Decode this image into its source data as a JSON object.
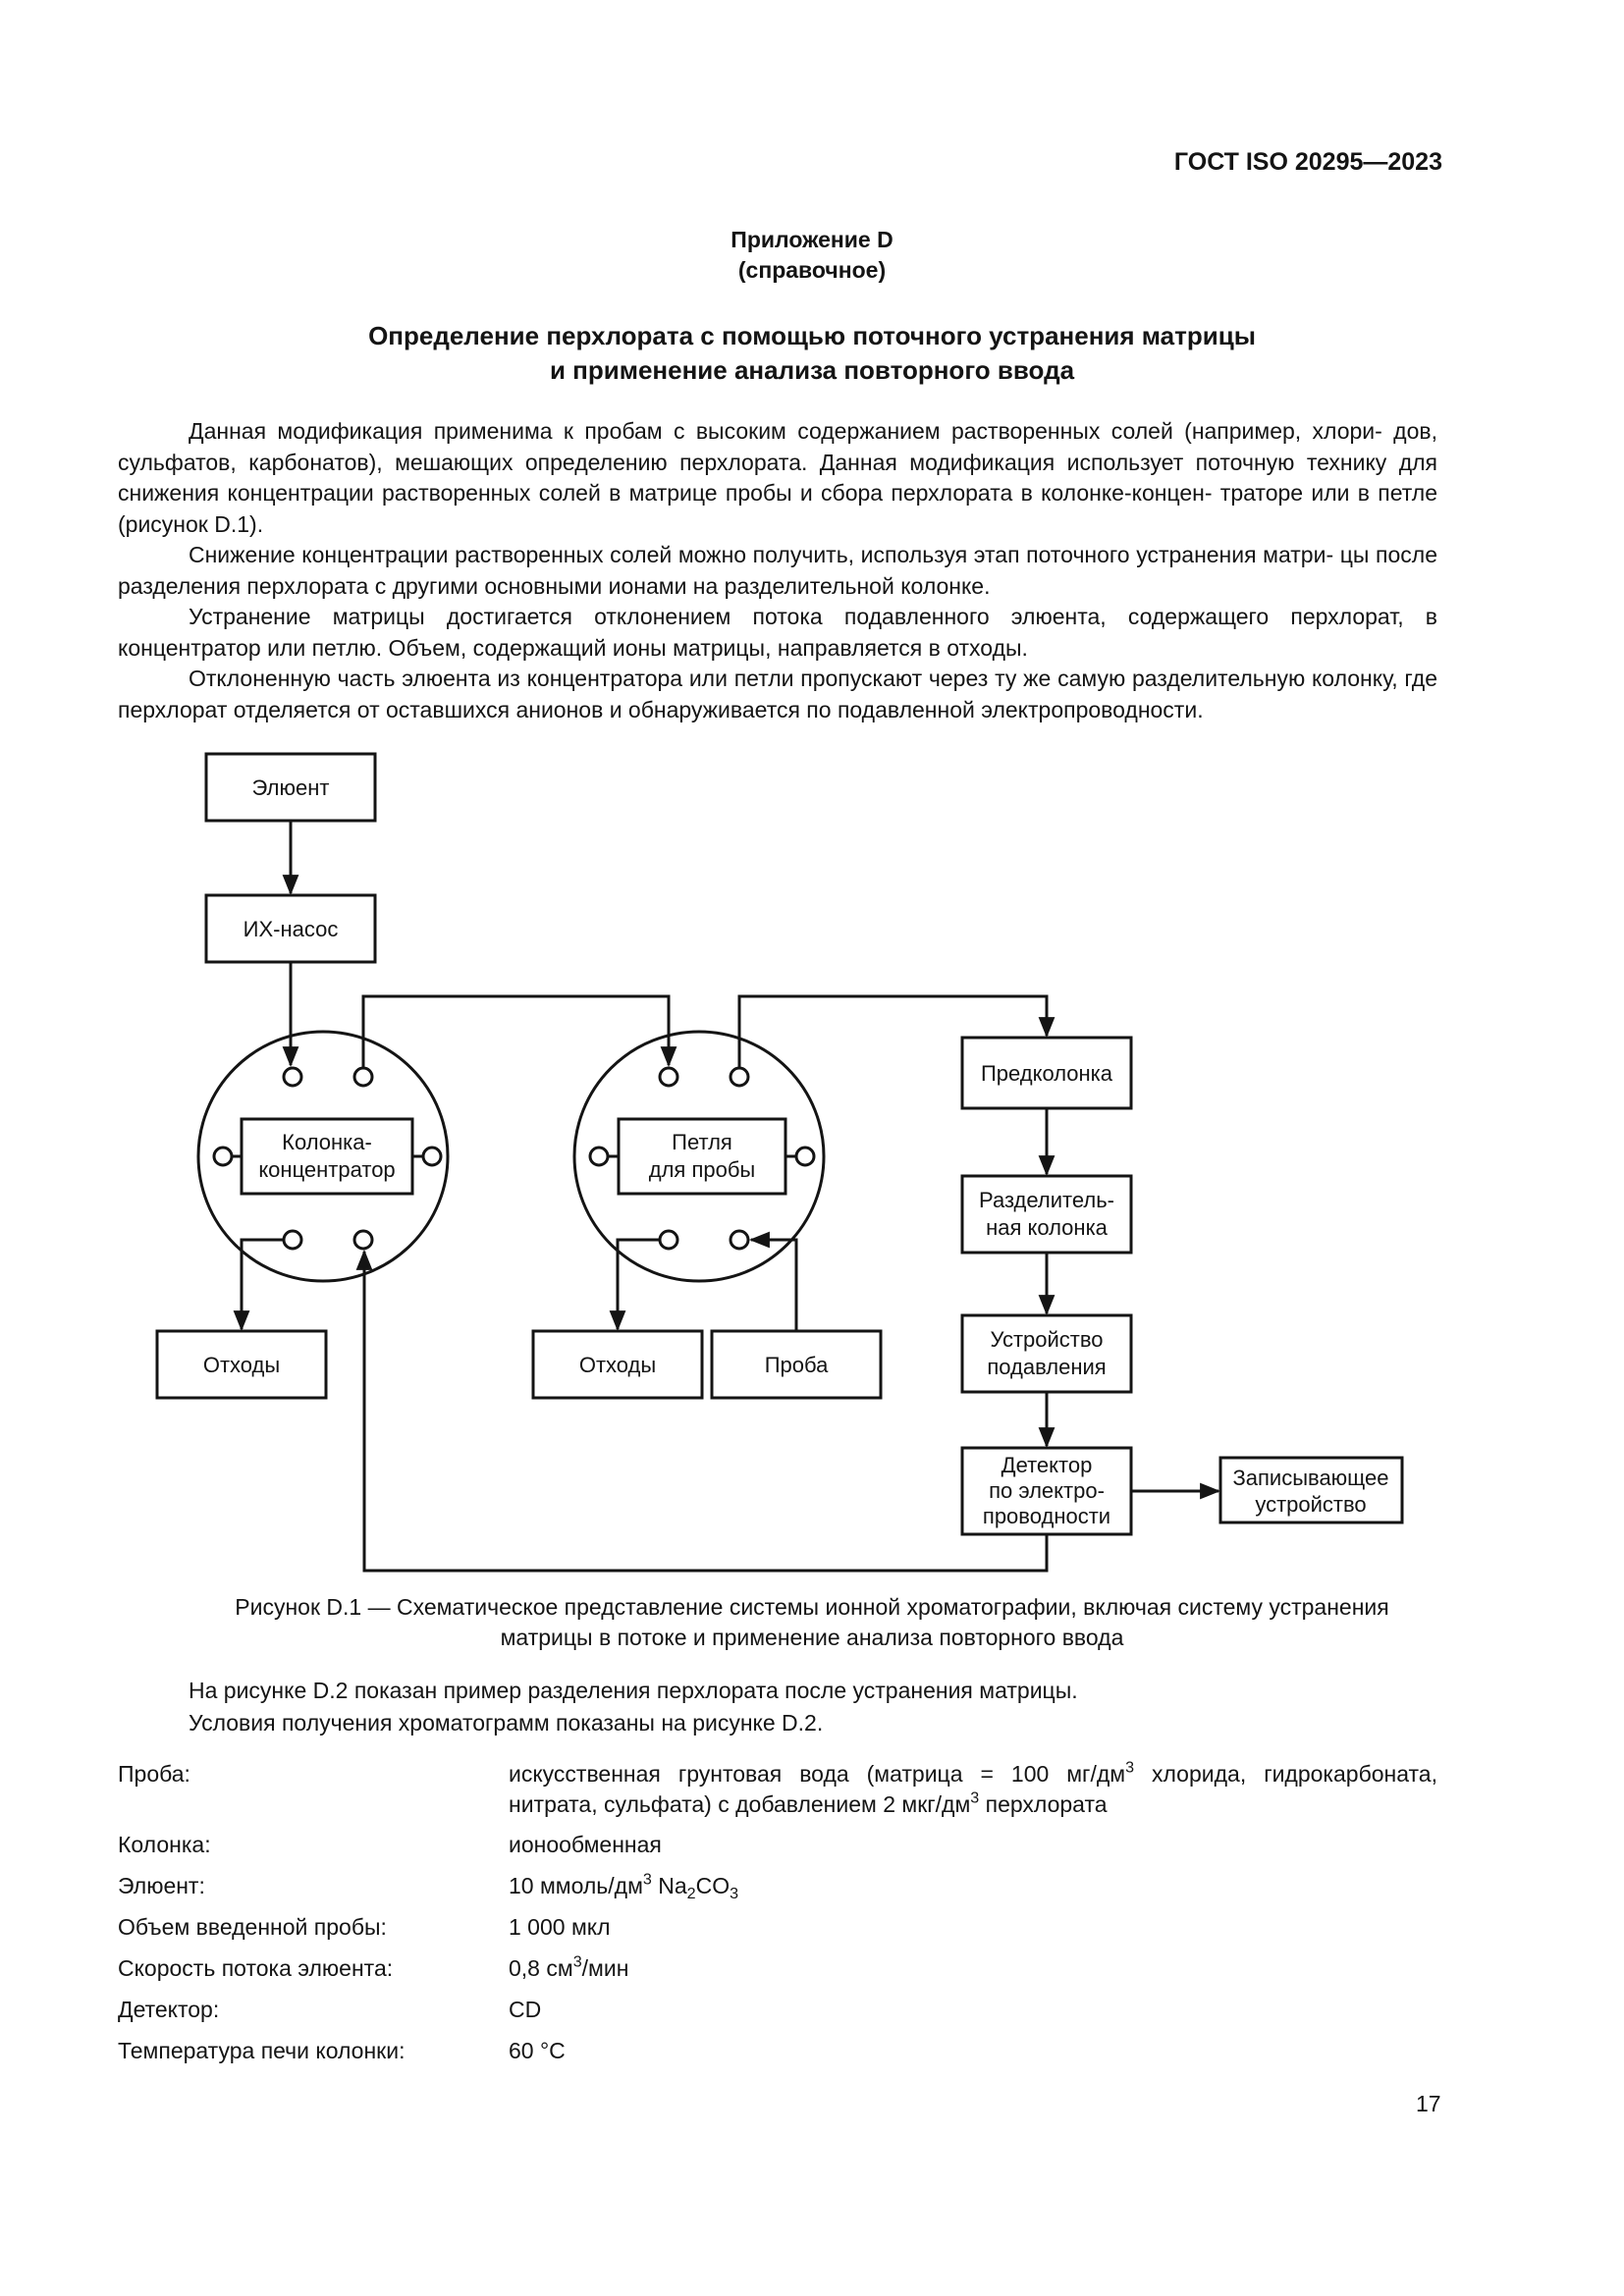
{
  "header": {
    "doc_code": "ГОСТ ISO 20295—2023"
  },
  "annex": {
    "title": "Приложение D",
    "subtitle": "(справочное)"
  },
  "title": {
    "line1": "Определение перхлората с помощью поточного устранения матрицы",
    "line2": "и применение анализа повторного ввода"
  },
  "paragraphs": [
    "Данная модификация применима к пробам с высоким содержанием растворенных солей (например, хлори- дов, сульфатов, карбонатов), мешающих определению перхлората. Данная модификация использует поточную технику для снижения концентрации растворенных солей в матрице пробы и сбора перхлората в колонке-концен- траторе или в петле (рисунок D.1).",
    "Снижение концентрации растворенных солей можно получить, используя этап поточного устранения матри- цы после разделения перхлората с другими основными ионами на разделительной колонке.",
    "Устранение матрицы достигается отклонением потока подавленного элюента, содержащего перхлорат, в концентратор или петлю. Объем, содержащий ионы матрицы, направляется в отходы.",
    "Отклоненную часть элюента из концентратора или петли пропускают через ту же самую разделительную колонку, где перхлорат отделяется от оставшихся анионов и обнаруживается по подавленной электропроводности."
  ],
  "figure": {
    "eluent": "Элюент",
    "pump": "ИХ-насос",
    "concentrator_line1": "Колонка-",
    "concentrator_line2": "концентратор",
    "loop_line1": "Петля",
    "loop_line2": "для пробы",
    "waste_left": "Отходы",
    "waste_right": "Отходы",
    "sample": "Проба",
    "precolumn": "Предколонка",
    "separation_line1": "Разделитель-",
    "separation_line2": "ная колонка",
    "suppressor_line1": "Устройство",
    "suppressor_line2": "подавления",
    "detector_line1": "Детектор",
    "detector_line2": "по электро-",
    "detector_line3": "проводности",
    "recorder_line1": "Записывающее",
    "recorder_line2": "устройство",
    "caption_line1": "Рисунок D.1 — Схематическое представление системы ионной хроматографии, включая систему устранения",
    "caption_line2": "матрицы в потоке и применение анализа повторного ввода"
  },
  "followup": [
    "На рисунке D.2 показан пример разделения перхлората после устранения матрицы.",
    "Условия получения хроматограмм показаны на рисунке D.2."
  ],
  "conditions": {
    "sample_label": "Проба:",
    "sample_value_a": "искусственная грунтовая вода (матрица = 100 мг/дм",
    "sample_value_b": " хлорида, гидрокарбоната, нитрата, сульфата) с добавлением 2 мкг/дм",
    "sample_value_c": " перхлората",
    "column_label": "Колонка:",
    "column_value": "ионообменная",
    "eluent_label": "Элюент:",
    "eluent_value_a": "10 ммоль/дм",
    "eluent_value_b": " Na",
    "eluent_value_c": "CO",
    "volume_label": "Объем введенной пробы:",
    "volume_value": "1 000 мкл",
    "flow_label": "Скорость потока элюента:",
    "flow_value_a": "0,8 см",
    "flow_value_b": "/мин",
    "detector_label": "Детектор:",
    "detector_value": "CD",
    "temp_label": "Температура печи колонки:",
    "temp_value": "60 °C",
    "sup3": "3",
    "sub2": "2"
  },
  "page_number": "17"
}
